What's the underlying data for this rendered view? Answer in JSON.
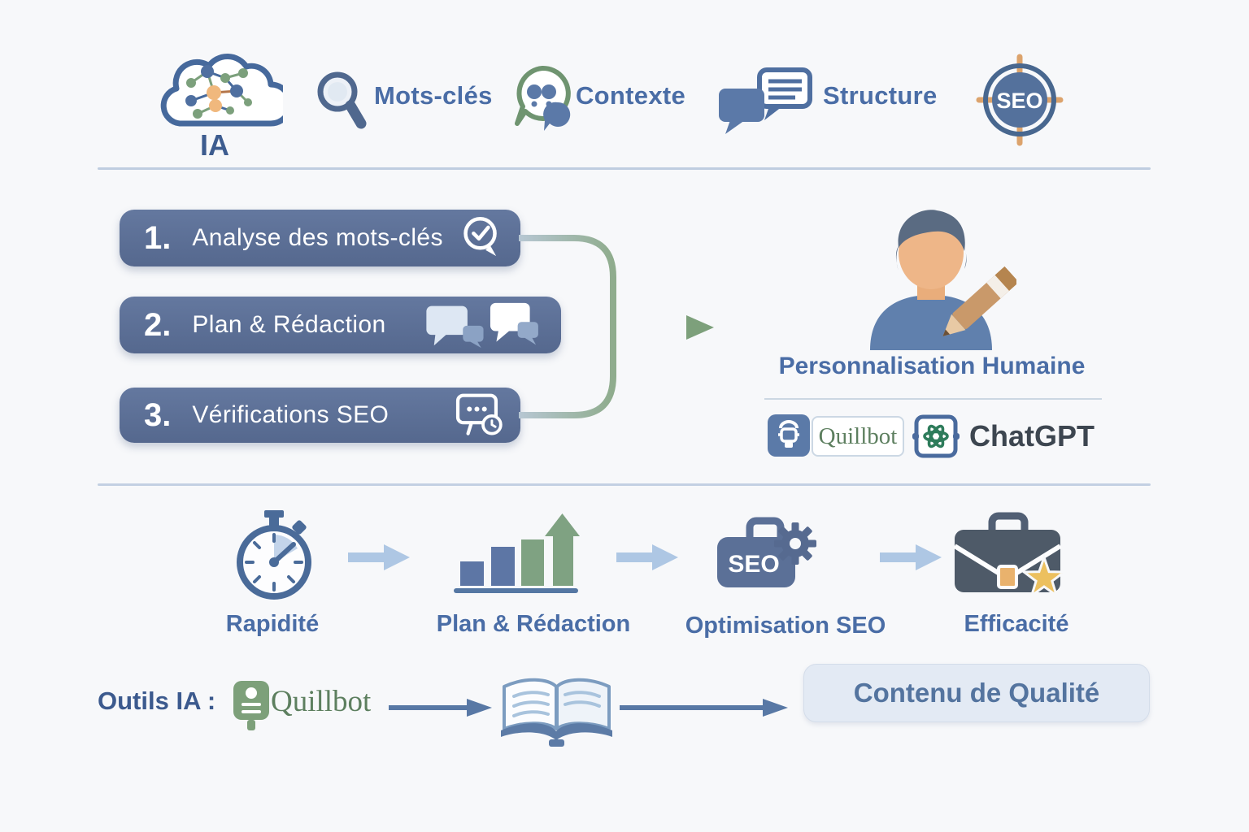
{
  "top_row": {
    "cloud_label": "IA",
    "keywords_label": "Mots-clés",
    "context_label": "Contexte",
    "structure_label": "Structure",
    "seo_label": "SEO"
  },
  "process": {
    "steps": [
      {
        "number": "1.",
        "label": "Analyse des mots-clés"
      },
      {
        "number": "2.",
        "label": "Plan & Rédaction"
      },
      {
        "number": "3.",
        "label": "Vérifications SEO"
      }
    ]
  },
  "personalisation": {
    "title": "Personnalisation Humaine",
    "quillbot_label": "Quillbot",
    "chatgpt_label": "ChatGPT"
  },
  "benefits": [
    {
      "label": "Rapidité"
    },
    {
      "label": "Plan & Rédaction"
    },
    {
      "label": "Optimisation SEO",
      "badge": "SEO"
    },
    {
      "label": "Efficacité"
    }
  ],
  "footer": {
    "tools_label": "Outils IA :",
    "tool_name": "Quillbot",
    "result_label": "Contenu de Qualité"
  },
  "colors": {
    "accent_blue": "#4a6da6",
    "box_blue": "#5b6f96",
    "sage_green": "#7fa282",
    "crosshair_orange": "#dca36c",
    "gold": "#ecc05f",
    "dark_slate": "#4e5a68",
    "light_arrow": "#aec7e4"
  }
}
